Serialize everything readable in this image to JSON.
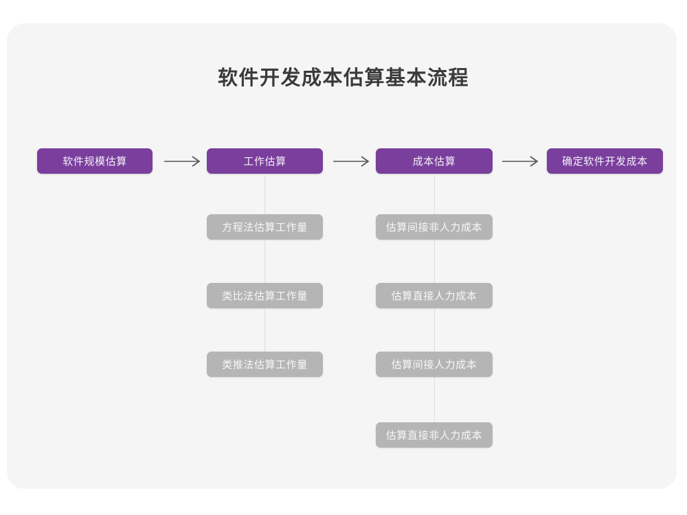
{
  "title": "软件开发成本估算基本流程",
  "colors": {
    "page_background": "#ffffff",
    "card_background": "#f5f5f5",
    "primary_node": "#7a3e9d",
    "sub_node": "#b5b5b5",
    "title_text": "#3a3a3a",
    "node_text": "#f5f5f5",
    "connector": "#dddddd",
    "arrow": "#555555"
  },
  "main_flow": [
    {
      "id": "scale",
      "label": "软件规模估算"
    },
    {
      "id": "effort",
      "label": "工作估算"
    },
    {
      "id": "cost",
      "label": "成本估算"
    },
    {
      "id": "final",
      "label": "确定软件开发成本"
    }
  ],
  "arrows": [
    {
      "id": "arrow-1",
      "glyph": "arrow-right-icon"
    },
    {
      "id": "arrow-2",
      "glyph": "arrow-right-icon"
    },
    {
      "id": "arrow-3",
      "glyph": "arrow-right-icon"
    }
  ],
  "sub_flows": {
    "effort": [
      {
        "label": "方程法估算工作量"
      },
      {
        "label": "类比法估算工作量"
      },
      {
        "label": "类推法估算工作量"
      }
    ],
    "cost": [
      {
        "label": "估算间接非人力成本"
      },
      {
        "label": "估算直接人力成本"
      },
      {
        "label": "估算间接人力成本"
      },
      {
        "label": "估算直接非人力成本"
      }
    ]
  }
}
